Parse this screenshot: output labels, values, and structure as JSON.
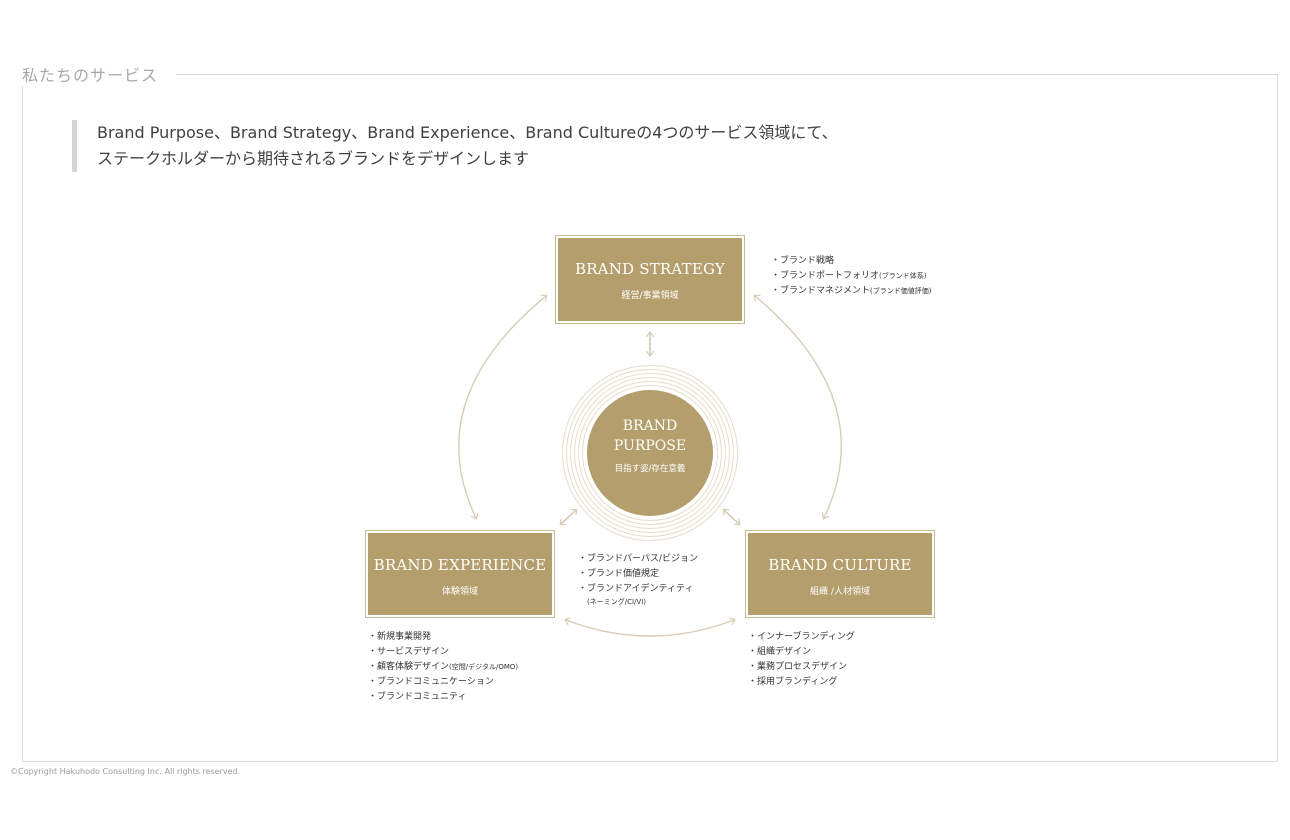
{
  "section_label": "私たちのサービス",
  "lead": {
    "line1": "Brand Purpose、Brand Strategy、Brand Experience、Brand Cultureの4つのサービス領域にて、",
    "line2": "ステークホルダーから期待されるブランドをデザインします"
  },
  "diagram": {
    "strategy": {
      "title": "BRAND STRATEGY",
      "subtitle": "経営/事業領域",
      "items": [
        {
          "main": "・ブランド戦略",
          "note": ""
        },
        {
          "main": "・ブランドポートフォリオ",
          "note": "(ブランド体系)"
        },
        {
          "main": "・ブランドマネジメント",
          "note": "(ブランド価値評価)"
        }
      ]
    },
    "purpose": {
      "title_line1": "BRAND",
      "title_line2": "PURPOSE",
      "subtitle": "目指す姿/存在意義",
      "items": [
        {
          "main": "・ブランドパーパス/ビジョン",
          "note": ""
        },
        {
          "main": "・ブランド価値規定",
          "note": ""
        },
        {
          "main": "・ブランドアイデンティティ",
          "note": ""
        },
        {
          "main": "",
          "note": "(ネーミング/CI/VI)"
        }
      ]
    },
    "experience": {
      "title": "BRAND EXPERIENCE",
      "subtitle": "体験領域",
      "items": [
        {
          "main": "・新規事業開発",
          "note": ""
        },
        {
          "main": "・サービスデザイン",
          "note": ""
        },
        {
          "main": "・顧客体験デザイン",
          "note": "(空間/デジタル/OMO)"
        },
        {
          "main": "・ブランドコミュニケーション",
          "note": ""
        },
        {
          "main": "・ブランドコミュニティ",
          "note": ""
        }
      ]
    },
    "culture": {
      "title": "BRAND CULTURE",
      "subtitle": "組織 /人材領域",
      "items": [
        {
          "main": "・インナーブランディング",
          "note": ""
        },
        {
          "main": "・組織デザイン",
          "note": ""
        },
        {
          "main": "・業務プロセスデザイン",
          "note": ""
        },
        {
          "main": "・採用ブランディング",
          "note": ""
        }
      ]
    },
    "colors": {
      "gold": "#b39e6c",
      "arrow": "#d8ccb4",
      "ring": "#e5dccb"
    }
  },
  "copyright": "©Copyright Hakuhodo Consulting Inc. All rights reserved."
}
